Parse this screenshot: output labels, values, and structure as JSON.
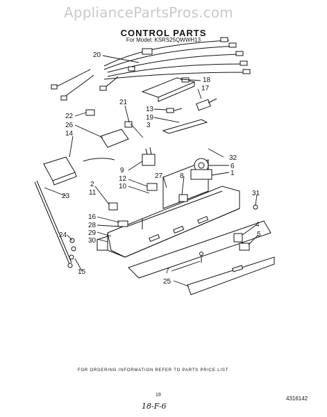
{
  "watermark": "AppliancePartsPros.com",
  "header": {
    "title": "CONTROL PARTS",
    "model": "For Model: KSRS25QWWH13"
  },
  "callouts": {
    "c20": "20",
    "c18": "18",
    "c17": "17",
    "c21": "21",
    "c13": "13",
    "c19": "19",
    "c3": "3",
    "c22": "22",
    "c26": "26",
    "c14": "14",
    "c32": "32",
    "c6": "6",
    "c1": "1",
    "c9": "9",
    "c12": "12",
    "c10": "10",
    "c27": "27",
    "c8": "8",
    "c2": "2",
    "c11": "11",
    "c23": "23",
    "c31": "31",
    "c16": "16",
    "c28": "28",
    "c29": "29",
    "c30": "30",
    "c24": "24",
    "c15": "15",
    "c4": "4",
    "c5": "5",
    "c7": "7",
    "c25": "25"
  },
  "footer": {
    "ordering_note": "FOR ORDERING INFORMATION REFER TO PARTS PRICE LIST",
    "page_number": "19",
    "part_number": "4316142",
    "handwritten": "18-F-6"
  }
}
